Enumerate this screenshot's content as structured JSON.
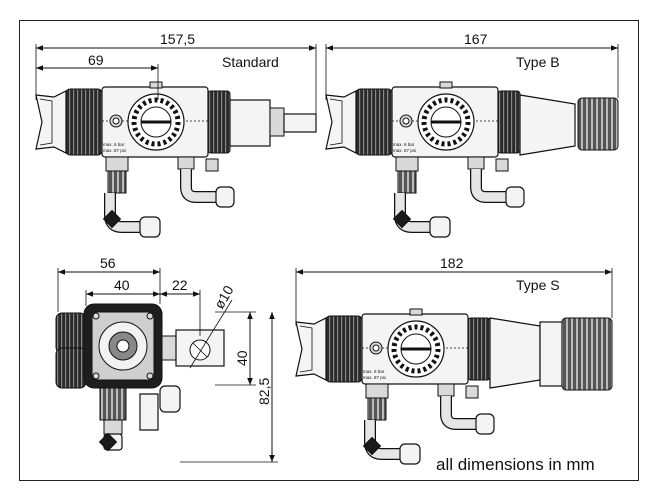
{
  "views": {
    "standard": {
      "label": "Standard",
      "dim_overall": "157,5",
      "dim_partial": "69",
      "plate_text_1": "max. 6 bar",
      "plate_text_2": "max. 87 psi"
    },
    "type_b": {
      "label": "Type B",
      "dim_overall": "167",
      "plate_text_1": "max. 6 bar",
      "plate_text_2": "max. 87 psi"
    },
    "front": {
      "dim_width": "56",
      "dim_inner": "40",
      "dim_offset": "22",
      "dim_diameter": "ø10",
      "dim_height_inner": "40",
      "dim_height_overall": "82,5"
    },
    "type_s": {
      "label": "Type S",
      "dim_overall": "182",
      "plate_text_1": "max. 6 bar",
      "plate_text_2": "max. 87 psi"
    }
  },
  "footer_note": "all dimensions in mm"
}
